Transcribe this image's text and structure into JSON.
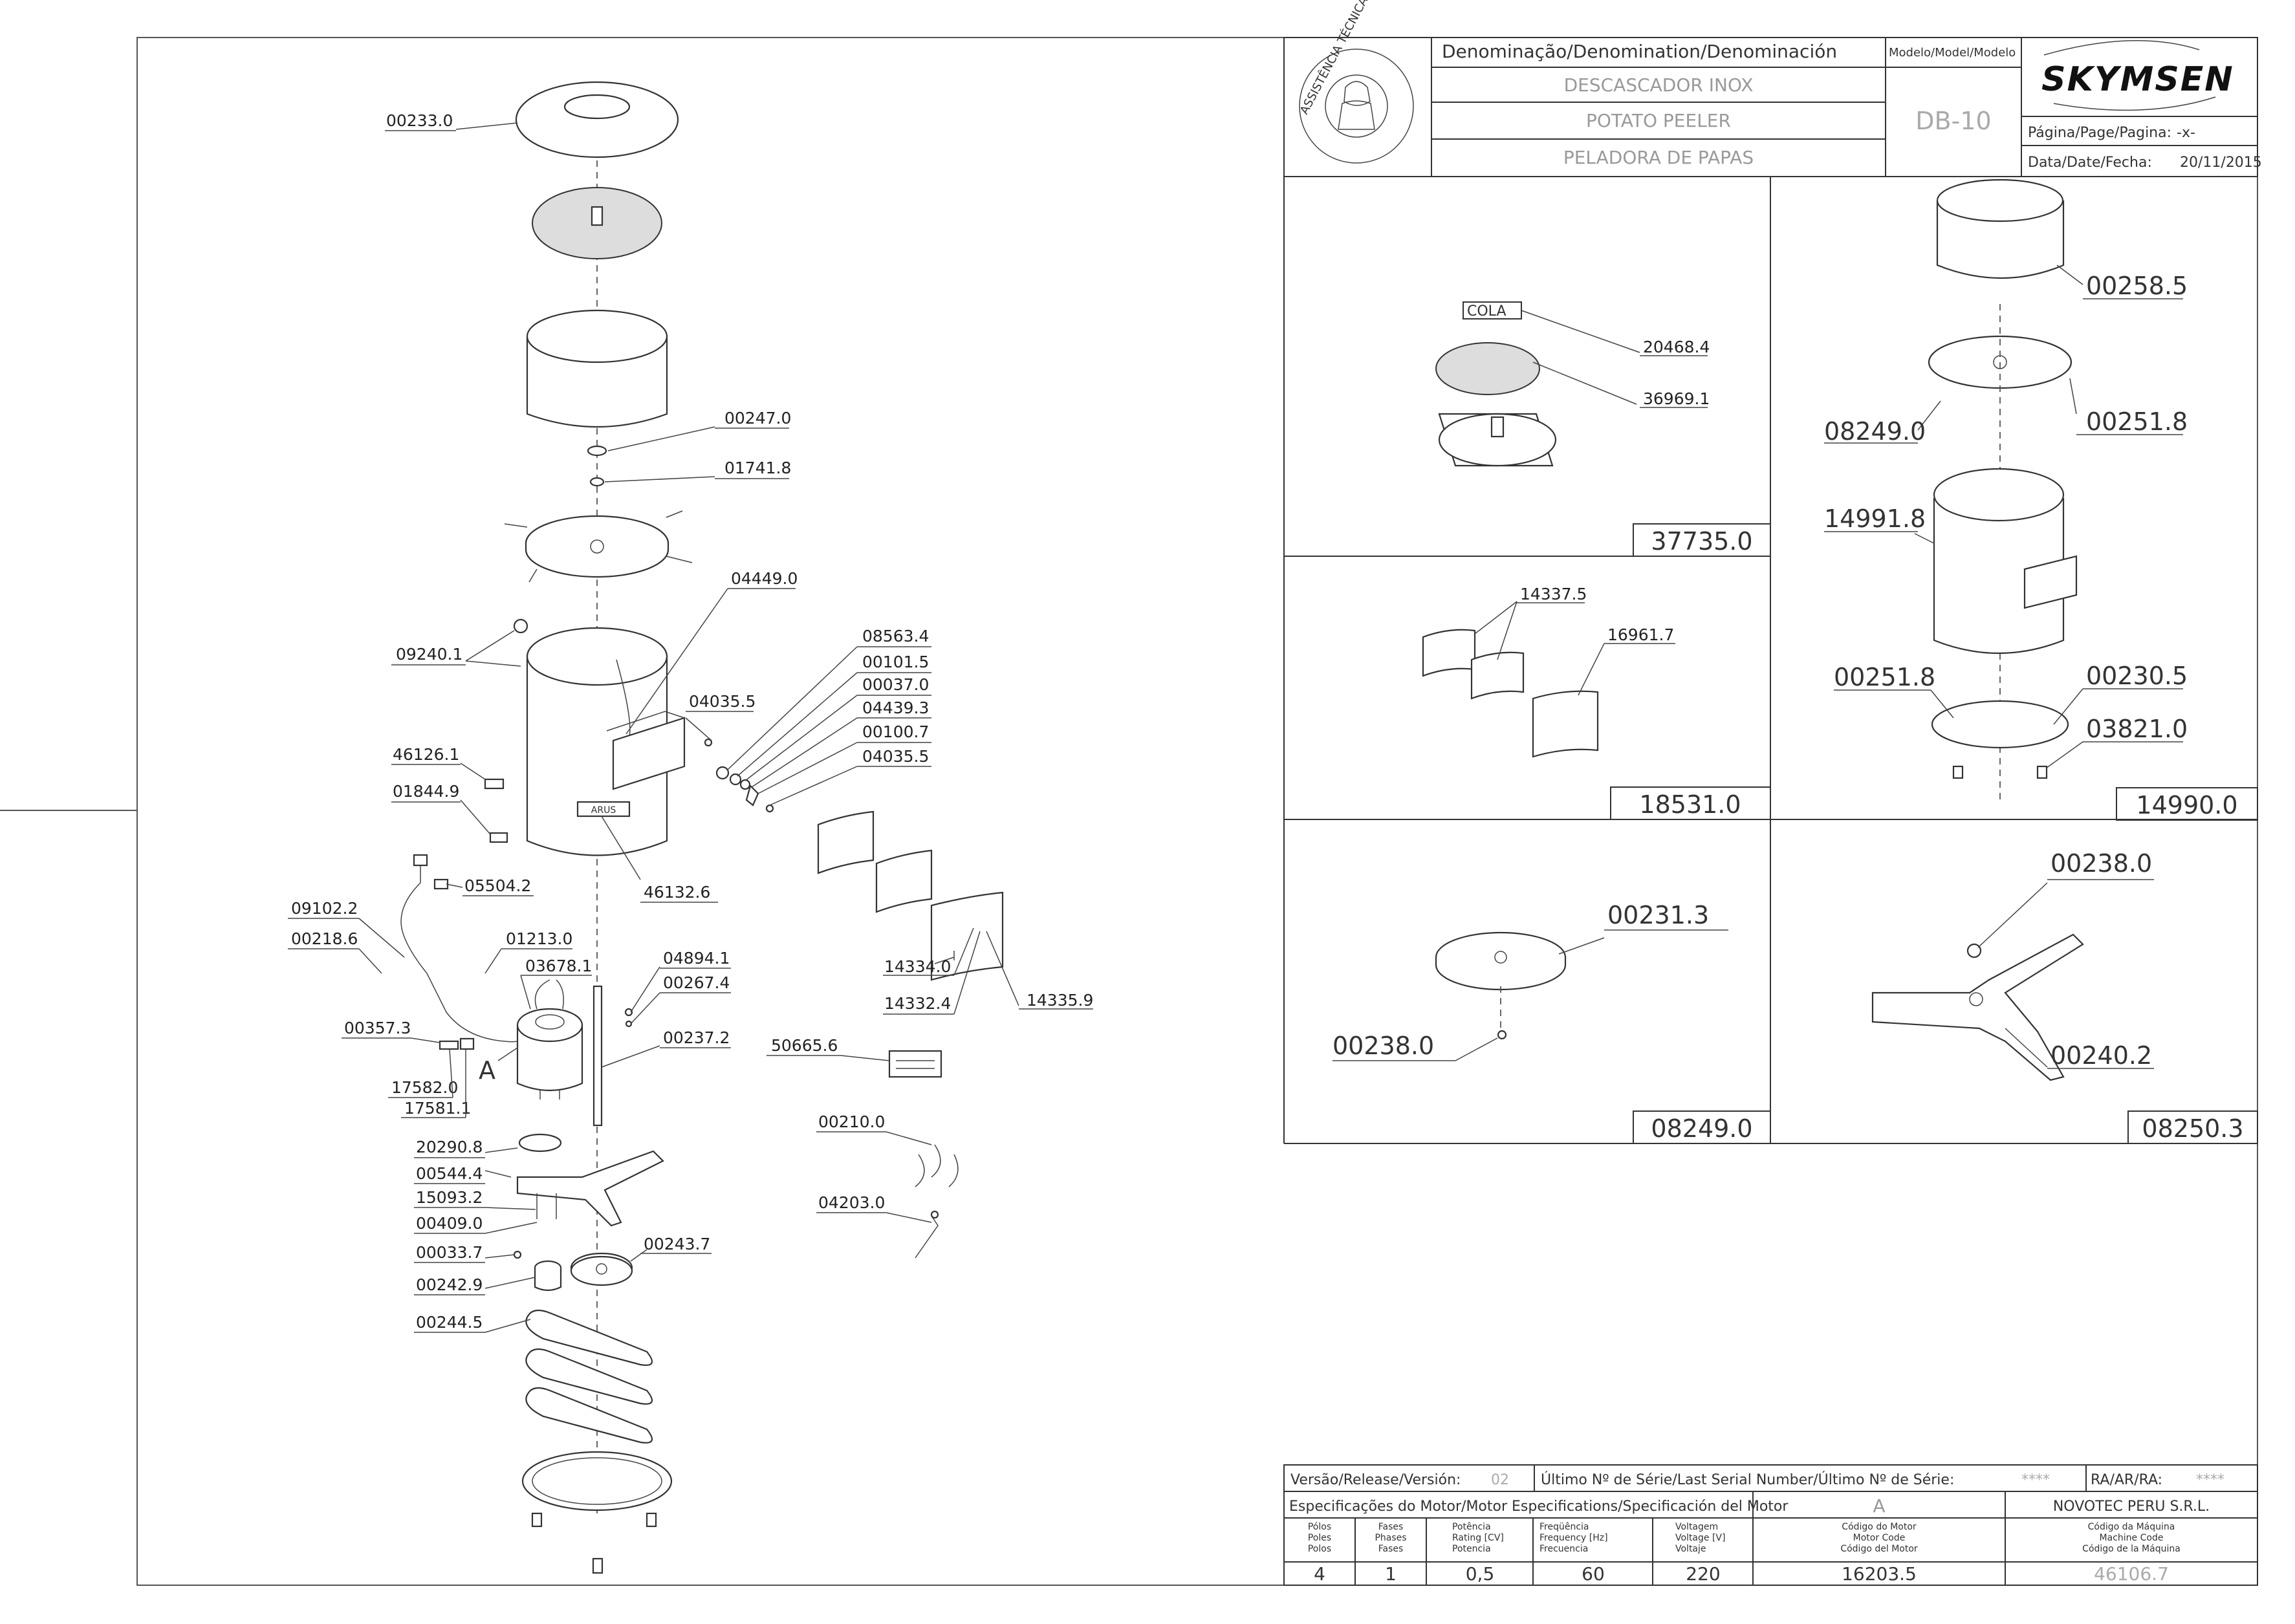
{
  "header": {
    "denomination_label": "Denominação/Denomination/Denominación",
    "model_label": "Modelo/Model/Modelo",
    "name_pt": "DESCASCADOR INOX",
    "name_en": "POTATO PEELER",
    "name_es": "PELADORA DE PAPAS",
    "model": "DB-10",
    "page_label": "Página/Page/Pagina:",
    "page_value": "-x-",
    "date_label": "Data/Date/Fecha:",
    "date_value": "20/11/2015",
    "brand": "SKYMSEN",
    "seal_text": "ASSISTÊNCIA TÉCNICA AUTORIZADA"
  },
  "main_labels": {
    "l00233_0": "00233.0",
    "l00247_0": "00247.0",
    "l01741_8": "01741.8",
    "l04449_0": "04449.0",
    "l08563_4": "08563.4",
    "l00101_5": "00101.5",
    "l00037_0": "00037.0",
    "l04439_3": "04439.3",
    "l00100_7": "00100.7",
    "l04035_5a": "04035.5",
    "l04035_5b": "04035.5",
    "l09240_1": "09240.1",
    "l46126_1": "46126.1",
    "l01844_9": "01844.9",
    "l46132_6": "46132.6",
    "l05504_2": "05504.2",
    "l09102_2": "09102.2",
    "l00218_6": "00218.6",
    "l01213_0": "01213.0",
    "l03678_1": "03678.1",
    "l04894_1": "04894.1",
    "l00267_4": "00267.4",
    "l00237_2": "00237.2",
    "l00357_3": "00357.3",
    "l17582_0": "17582.0",
    "l17581_1": "17581.1",
    "l_a": "A",
    "l20290_8": "20290.8",
    "l00544_4": "00544.4",
    "l15093_2": "15093.2",
    "l00409_0": "00409.0",
    "l00033_7": "00033.7",
    "l00242_9": "00242.9",
    "l00243_7": "00243.7",
    "l00244_5": "00244.5",
    "l14334_0": "14334.0",
    "l14332_4": "14332.4",
    "l14335_9": "14335.9",
    "l50665_6": "50665.6",
    "l00210_0": "00210.0",
    "l04203_0": "04203.0",
    "brand_plate": "ARUS"
  },
  "panels": {
    "p1": {
      "cola": "COLA",
      "a": "20468.4",
      "b": "36969.1",
      "code": "37735.0"
    },
    "p2": {
      "a": "00258.5",
      "b": "08249.0",
      "c": "00251.8",
      "d": "14991.8",
      "e": "00251.8",
      "f": "00230.5",
      "g": "03821.0",
      "code": "14990.0"
    },
    "p3": {
      "a": "14337.5",
      "b": "16961.7",
      "code": "18531.0"
    },
    "p4": {
      "a": "00231.3",
      "b": "00238.0",
      "code": "08249.0"
    },
    "p5": {
      "a": "00238.0",
      "b": "00240.2",
      "code": "08250.3"
    }
  },
  "titleblock": {
    "version_label": "Versão/Release/Versión:",
    "version_value": "02",
    "serial_label": "Último Nº de Série/Last Serial Number/Último Nº de Série:",
    "serial_value": "****",
    "ra_label": "RA/AR/RA:",
    "ra_value": "****",
    "motor_spec_label": "Especificações do Motor/Motor Especifications/Specificación del Motor",
    "motor_letter": "A",
    "company": "NOVOTEC PERU S.R.L.",
    "poles_label": [
      "Pólos",
      "Poles",
      "Polos"
    ],
    "phases_label": [
      "Fases",
      "Phases",
      "Fases"
    ],
    "power_label": [
      "Potência",
      "Rating [CV]",
      "Potencia"
    ],
    "freq_label": [
      "Freqüência",
      "Frequency [Hz]",
      "Frecuencia"
    ],
    "voltage_label": [
      "Voltagem",
      "Voltage [V]",
      "Voltaje"
    ],
    "motor_code_label": [
      "Código do Motor",
      "Motor Code",
      "Código del Motor"
    ],
    "machine_code_label": [
      "Código da Máquina",
      "Machine Code",
      "Código de la Máquina"
    ],
    "poles": "4",
    "phases": "1",
    "power": "0,5",
    "freq": "60",
    "voltage": "220",
    "motor_code": "16203.5",
    "machine_code": "46106.7"
  }
}
